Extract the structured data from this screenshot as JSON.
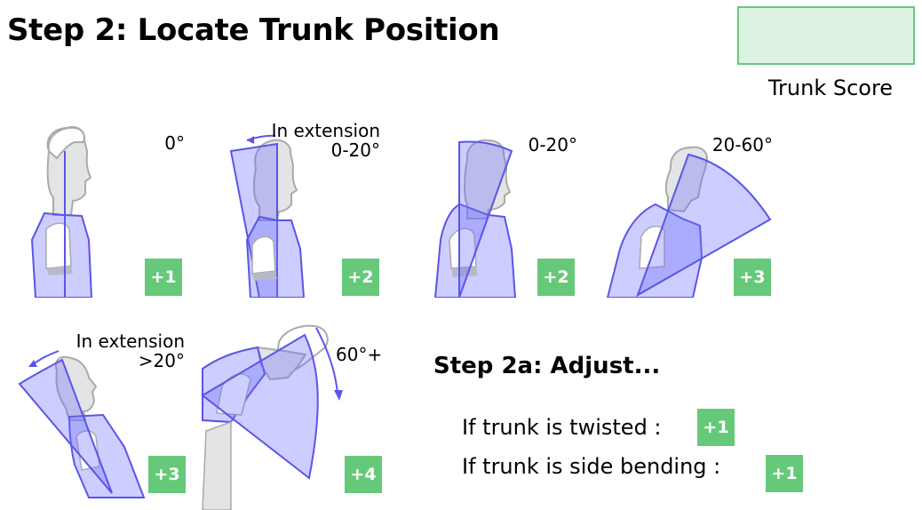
{
  "header": {
    "title": "Step 2: Locate Trunk Position"
  },
  "score": {
    "label": "Trunk Score",
    "value": "",
    "box_fill": "#dcf3e2",
    "box_border": "#6cc77f"
  },
  "colors": {
    "badge": "#66c97a",
    "zone_fill": "rgba(112,112,255,0.35)",
    "zone_stroke": "#5a55e8",
    "figure_fill": "#e3e4e5",
    "figure_stroke": "#a9aaab"
  },
  "positions": [
    {
      "id": "upright",
      "angle_label": "0°",
      "extension_label": "",
      "score": "+1"
    },
    {
      "id": "extension-0-20",
      "angle_label": "0-20°",
      "extension_label": "In extension",
      "score": "+2"
    },
    {
      "id": "flexion-0-20",
      "angle_label": "0-20°",
      "extension_label": "",
      "score": "+2"
    },
    {
      "id": "flexion-20-60",
      "angle_label": "20-60°",
      "extension_label": "",
      "score": "+3"
    },
    {
      "id": "extension-over-20",
      "angle_label": ">20°",
      "extension_label": "In extension",
      "score": "+3"
    },
    {
      "id": "flexion-60-plus",
      "angle_label": "60°+",
      "extension_label": "",
      "score": "+4"
    }
  ],
  "adjust": {
    "title": "Step 2a: Adjust...",
    "items": [
      {
        "label": "If trunk is twisted :",
        "score": "+1"
      },
      {
        "label": "If trunk is side bending :",
        "score": "+1"
      }
    ]
  }
}
